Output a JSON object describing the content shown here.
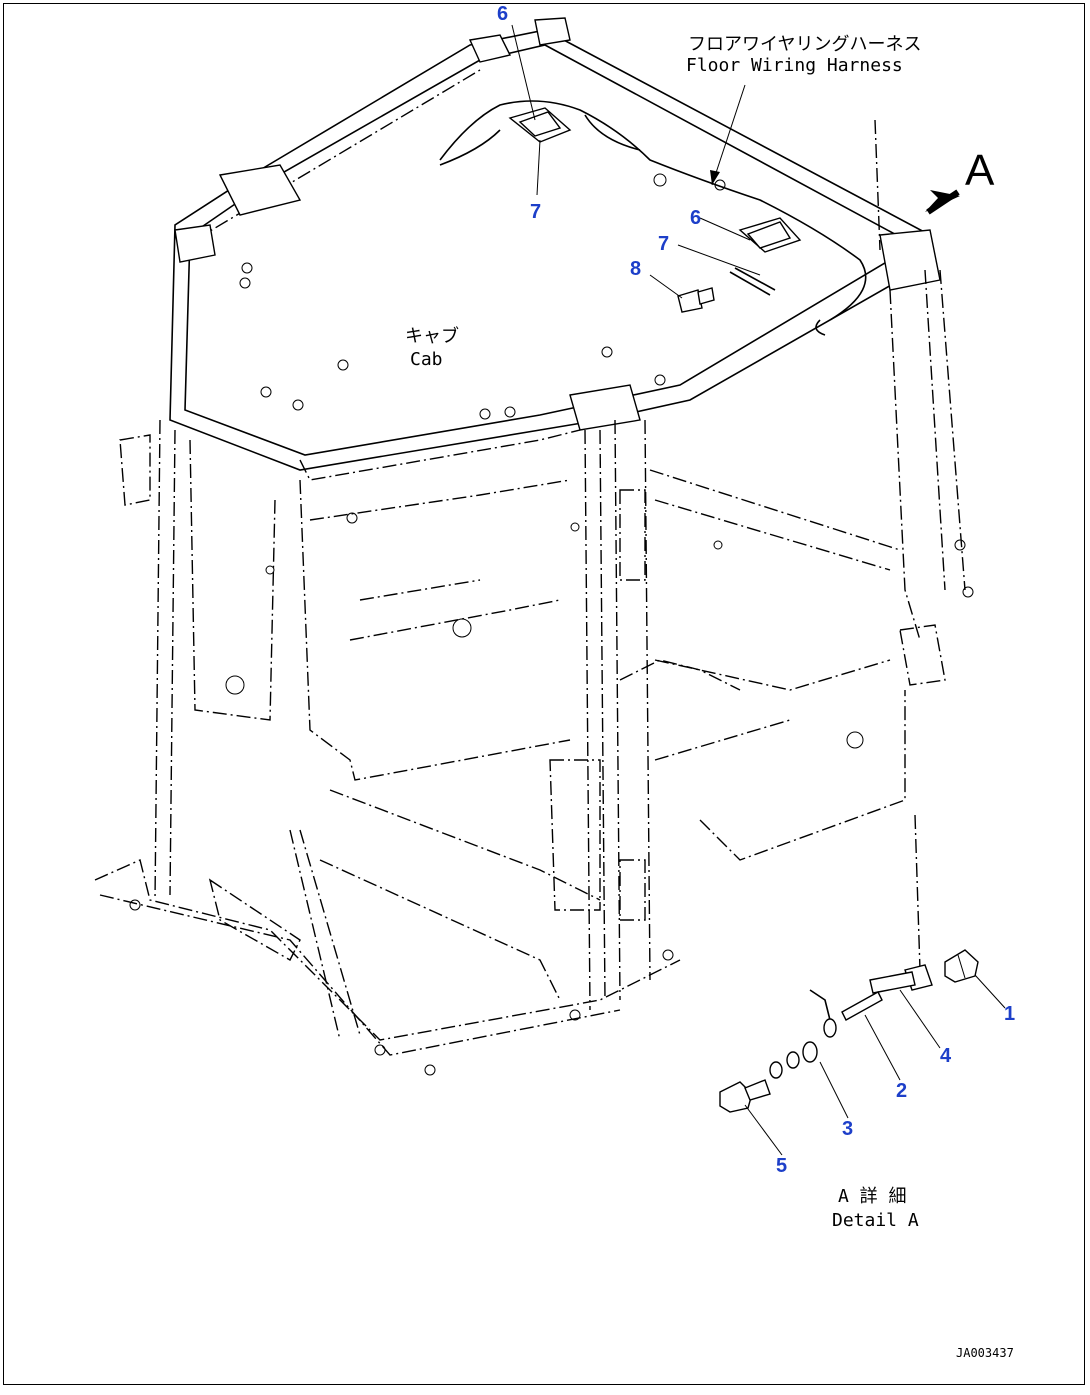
{
  "title": "",
  "colors": {
    "callout": "#1d3fc9",
    "line": "#000000",
    "background": "#ffffff"
  },
  "labels": {
    "harness_jp": "フロアワイヤリングハーネス",
    "harness_en": "Floor Wiring Harness",
    "cab_jp": "キャブ",
    "cab_en": "Cab",
    "view_letter": "A",
    "detail_jp": "A 詳 細",
    "detail_en": "Detail A",
    "drawing_code": "JA003437"
  },
  "callouts": [
    {
      "id": "c6a",
      "number": "6"
    },
    {
      "id": "c7a",
      "number": "7"
    },
    {
      "id": "c6b",
      "number": "6"
    },
    {
      "id": "c7b",
      "number": "7"
    },
    {
      "id": "c8",
      "number": "8"
    },
    {
      "id": "c1",
      "number": "1"
    },
    {
      "id": "c4",
      "number": "4"
    },
    {
      "id": "c2",
      "number": "2"
    },
    {
      "id": "c3",
      "number": "3"
    },
    {
      "id": "c5",
      "number": "5"
    }
  ]
}
